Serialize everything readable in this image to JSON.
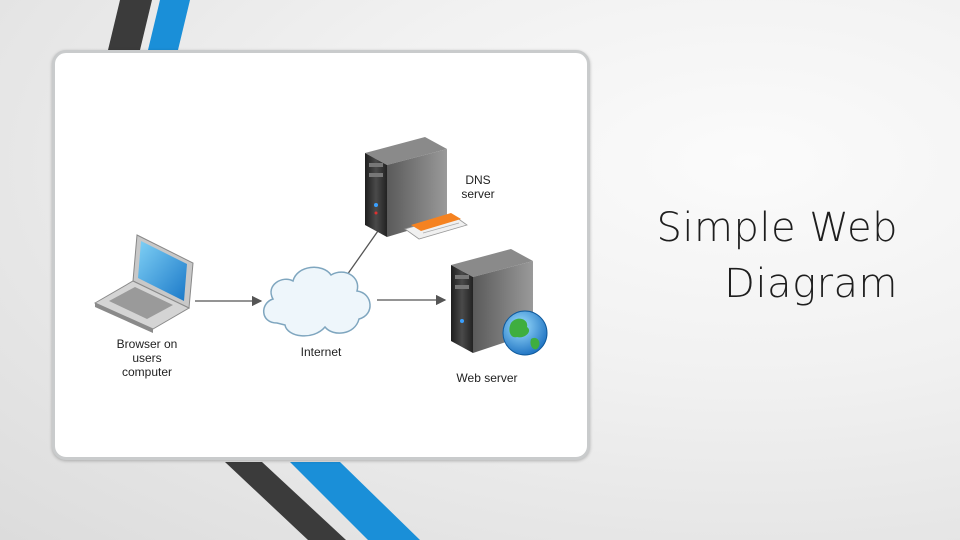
{
  "slide": {
    "title_line1": "Simple Web",
    "title_line2": "Diagram"
  },
  "diagram": {
    "nodes": {
      "browser": "Browser on\nusers\ncomputer",
      "internet": "Internet",
      "dns": "DNS\nserver",
      "web": "Web server"
    }
  },
  "colors": {
    "accent_blue": "#1a8fd8",
    "accent_dark": "#3a3a3a",
    "frame_border": "#c9cbcc"
  },
  "icons": [
    "laptop-icon",
    "cloud-icon",
    "server-icon",
    "globe-icon",
    "document-icon"
  ]
}
